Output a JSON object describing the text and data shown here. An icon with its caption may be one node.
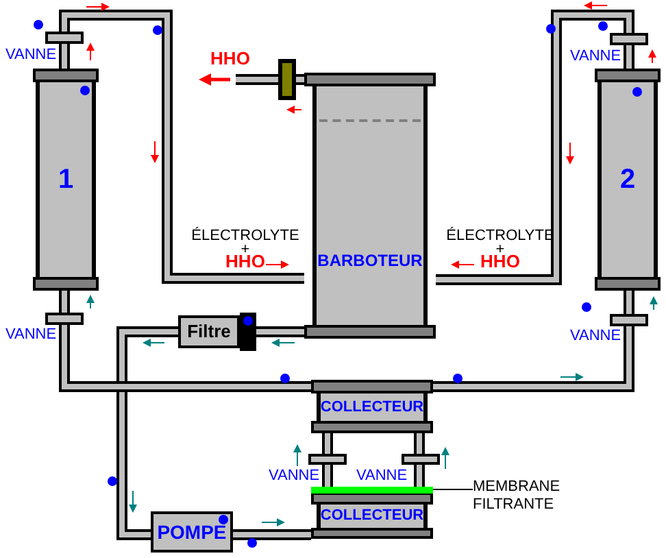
{
  "diagram": {
    "nodes": [
      {
        "text": [
          "1"
        ]
      },
      {
        "text": [
          "2"
        ]
      },
      {
        "text": [
          "BARBOTEUR"
        ]
      },
      {
        "text": [],
        "shape": "box"
      },
      {
        "text": [],
        "shape": "bar",
        "beside": [
          "VANNE"
        ]
      },
      {
        "text": [],
        "shape": "bar",
        "beside": [
          "VANNE"
        ]
      },
      {
        "text": [],
        "shape": "bar",
        "beside": [
          "VANNE"
        ]
      },
      {
        "text": [],
        "shape": "bar",
        "beside": [
          "VANNE"
        ]
      },
      {
        "text": [
          "Filtre"
        ]
      },
      {
        "text": [
          "COLLECTEUR"
        ]
      },
      {
        "text": [],
        "shape": "bar",
        "beside": [
          "VANNE"
        ]
      },
      {
        "text": [],
        "shape": "bar",
        "beside": [
          "VANNE"
        ]
      },
      {
        "text": [
          "COLLECTEUR"
        ]
      },
      {
        "text": [],
        "shape": "bar",
        "in": 12
      },
      {
        "text": [
          "MEMBRANE FILTRANTE"
        ]
      },
      {
        "text": [
          "POMPE"
        ]
      }
    ],
    "edges": [
      {
        "from": 4,
        "to": 0,
        "arrow": "none"
      },
      {
        "from": 4,
        "to": 2,
        "arrow": "none"
      },
      {
        "from": 5,
        "to": 1,
        "arrow": "none"
      },
      {
        "from": 5,
        "to": 2,
        "arrow": "none"
      },
      {
        "from": 2,
        "to": 3,
        "arrow": "none"
      },
      {
        "from": 3,
        "to": null,
        "arrow": "none"
      },
      {
        "from": 2,
        "to": 8,
        "arrow": "none"
      },
      {
        "from": 8,
        "to": 15,
        "arrow": "none"
      },
      {
        "from": 15,
        "to": 12,
        "arrow": "none"
      },
      {
        "from": 9,
        "to": 6,
        "arrow": "none"
      },
      {
        "from": 6,
        "to": 0,
        "arrow": "none"
      },
      {
        "from": 9,
        "to": 7,
        "arrow": "none"
      },
      {
        "from": 7,
        "to": 1,
        "arrow": "none"
      },
      {
        "from": 13,
        "to": 10,
        "arrow": "none"
      },
      {
        "from": 10,
        "to": 9,
        "arrow": "none"
      },
      {
        "from": 13,
        "to": 11,
        "arrow": "none"
      },
      {
        "from": 11,
        "to": 9,
        "arrow": "none"
      },
      {
        "from": 14,
        "to": 13,
        "arrow": "none"
      }
    ],
    "labels": [
      "HHO",
      "ÉLECTROLYTE",
      "+",
      "HHO",
      "ÉLECTROLYTE",
      "+",
      "HHO"
    ]
  }
}
